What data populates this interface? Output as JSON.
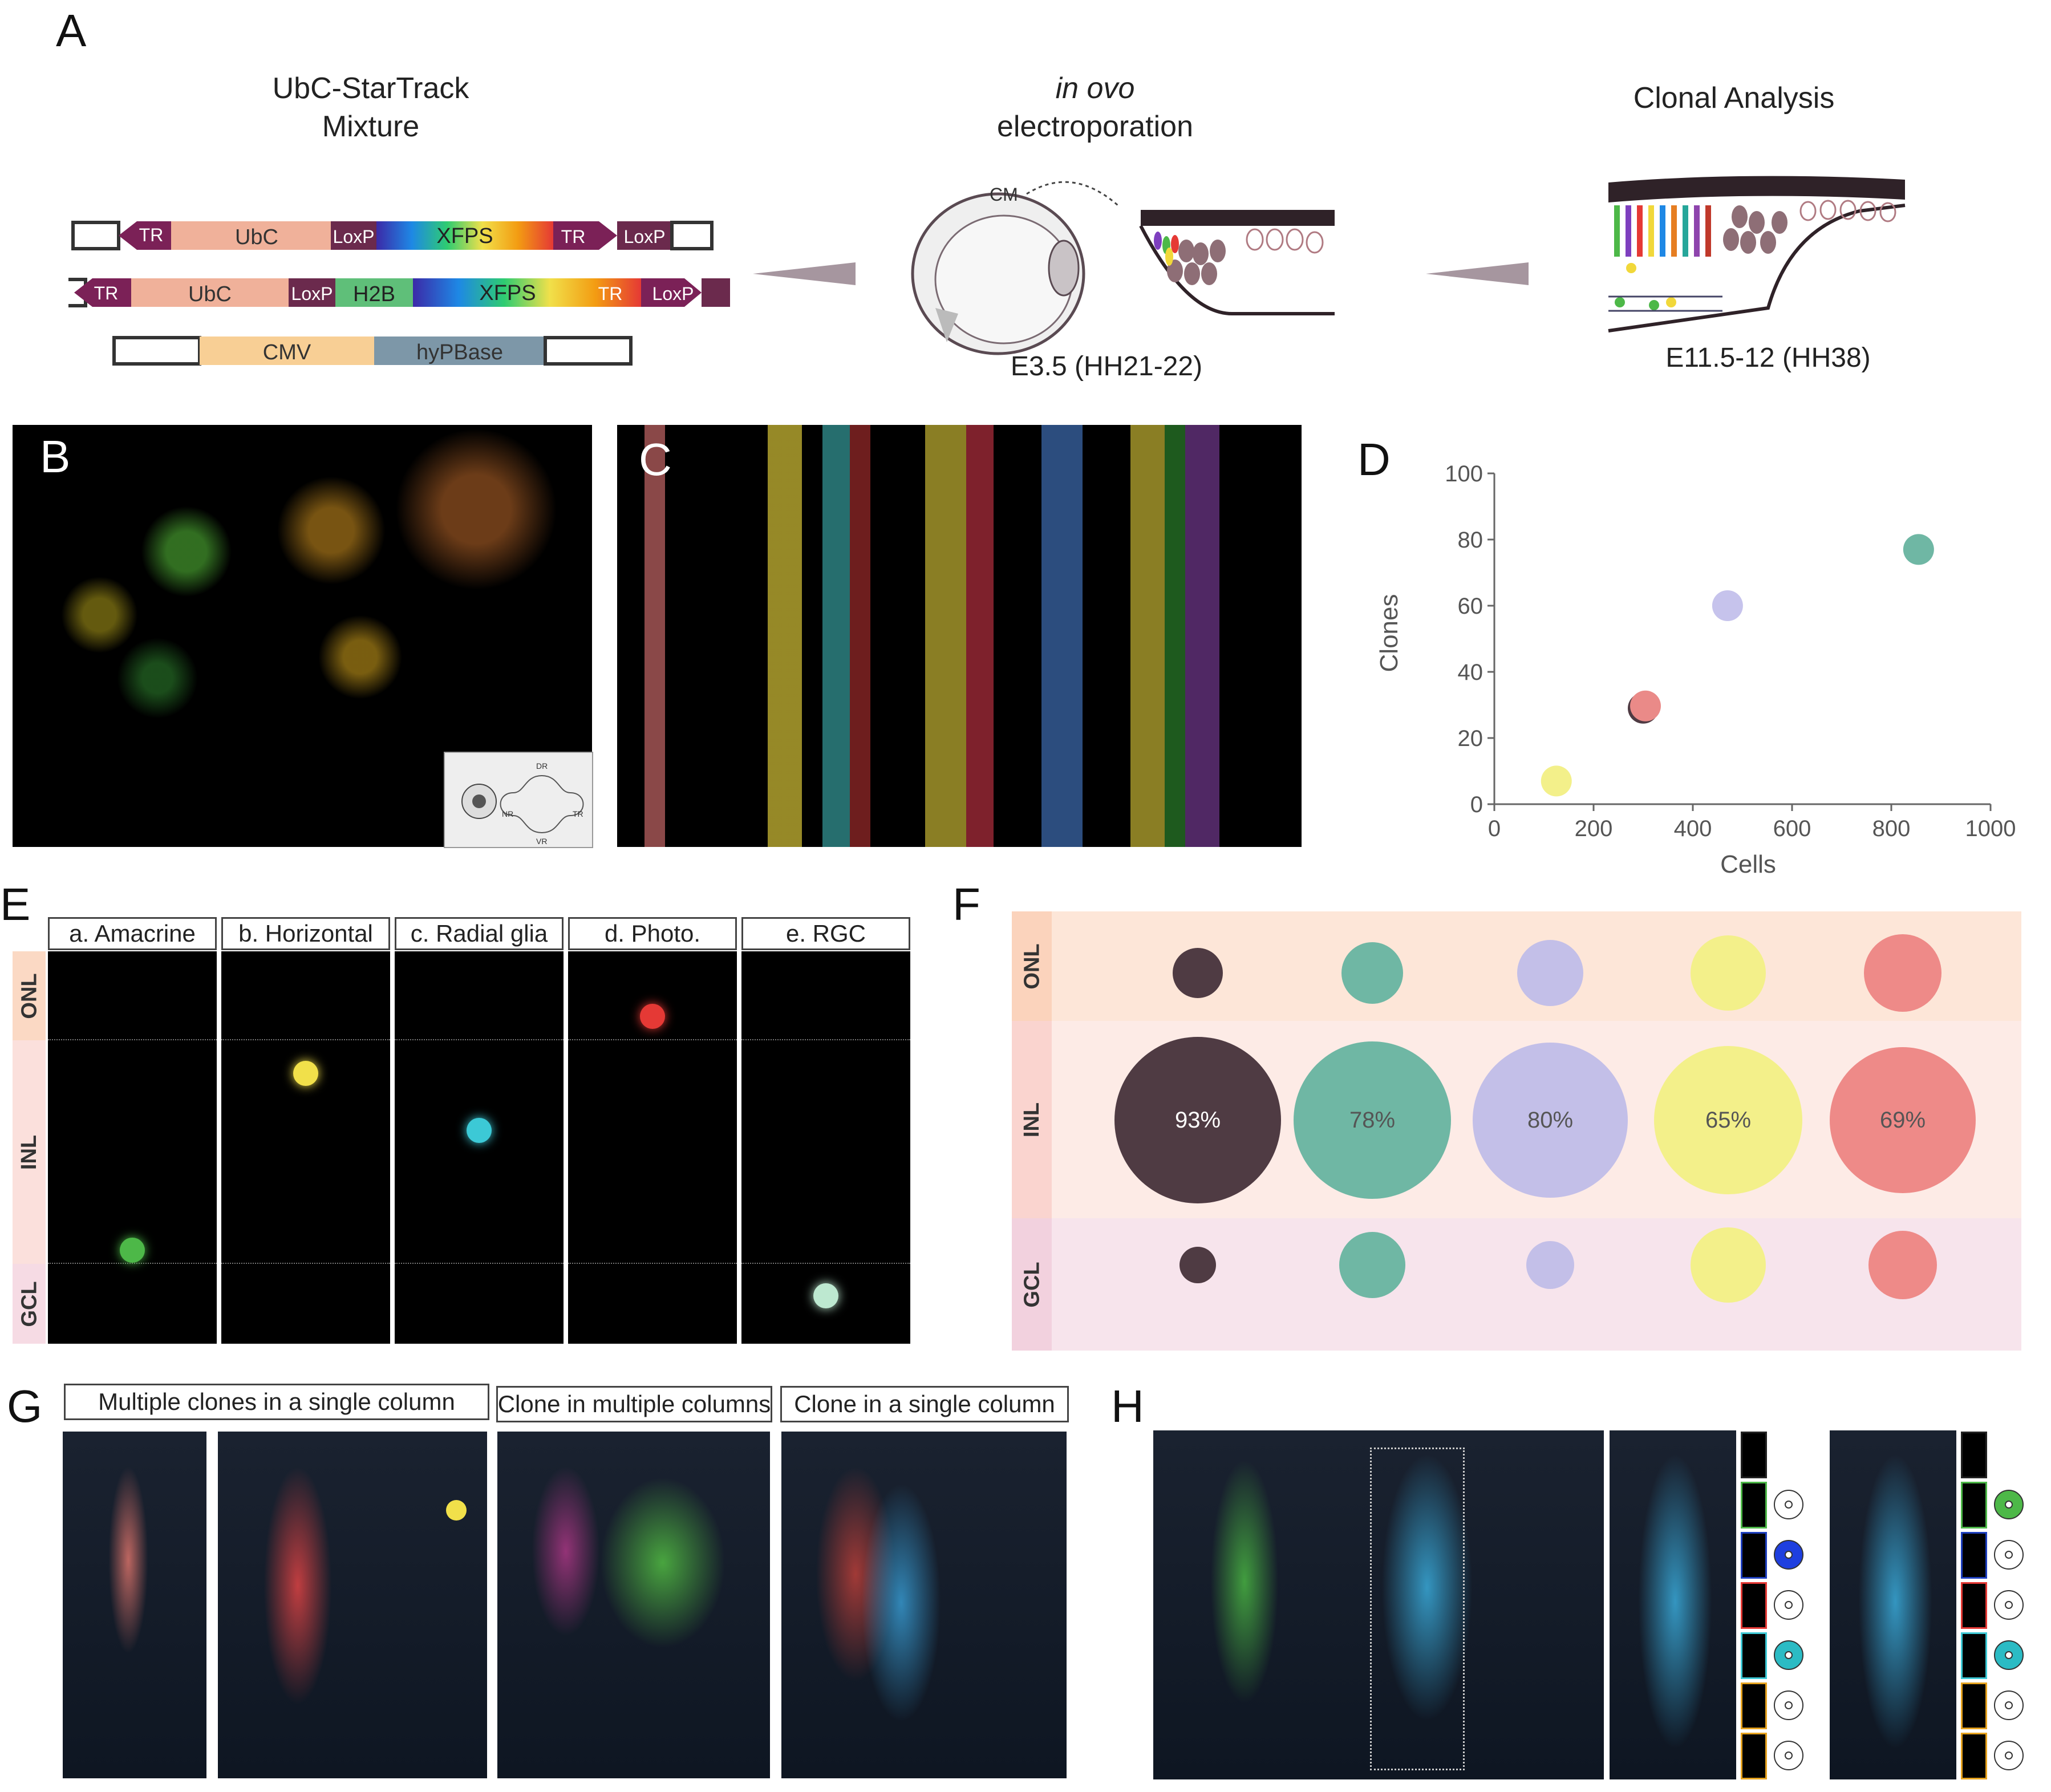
{
  "panels": {
    "A": "A",
    "B": "B",
    "C": "C",
    "D": "D",
    "E": "E",
    "F": "F",
    "G": "G",
    "H": "H"
  },
  "panel_a": {
    "left_title_1": "UbC-StarTrack",
    "left_title_2": "Mixture",
    "mid_title_1": "in ovo",
    "mid_title_2": "electroporation",
    "right_title": "Clonal Analysis",
    "cm_label": "CM",
    "mid_stage": "E3.5 (HH21-22)",
    "right_stage": "E11.5-12 (HH38)",
    "construct1": [
      "TR",
      "UbC",
      "LoxP",
      "XFPS",
      "TR",
      "LoxP"
    ],
    "construct2": [
      "TR",
      "UbC",
      "LoxP",
      "H2B",
      "XFPS",
      "TR",
      "LoxP"
    ],
    "construct3": [
      "CMV",
      "hyPBase"
    ]
  },
  "panel_b": {
    "inset_labels": [
      "DR",
      "NR",
      "TR",
      "VR"
    ]
  },
  "chart_data": {
    "type": "scatter",
    "xlabel": "Cells",
    "ylabel": "Clones",
    "xlim": [
      0,
      1000
    ],
    "ylim": [
      0,
      100
    ],
    "xticks": [
      0,
      200,
      400,
      600,
      800,
      1000
    ],
    "yticks": [
      0,
      20,
      40,
      60,
      80,
      100
    ],
    "points": [
      {
        "x": 125,
        "y": 7,
        "color": "#f3f08a"
      },
      {
        "x": 300,
        "y": 29,
        "color": "#4f3b43"
      },
      {
        "x": 300,
        "y": 29,
        "color": "#ea8a88"
      },
      {
        "x": 470,
        "y": 60,
        "color": "#c6c3ec"
      },
      {
        "x": 855,
        "y": 77,
        "color": "#6fb7a4"
      }
    ]
  },
  "panel_e": {
    "columns": [
      "a. Amacrine",
      "b. Horizontal",
      "c. Radial glia",
      "d. Photo.",
      "e. RGC"
    ],
    "layers": [
      "ONL",
      "INL",
      "GCL"
    ]
  },
  "panel_f": {
    "layers": [
      "ONL",
      "INL",
      "GCL"
    ],
    "colors": [
      "#4f3b43",
      "#6fb7a4",
      "#c3bfe8",
      "#f3f08a",
      "#ee8a88"
    ],
    "inl_percentages": [
      "93%",
      "78%",
      "80%",
      "65%",
      "69%"
    ]
  },
  "panel_g": {
    "labels": [
      "Multiple clones in a single column",
      "Clone in multiple columns",
      "Clone in a single column"
    ]
  }
}
